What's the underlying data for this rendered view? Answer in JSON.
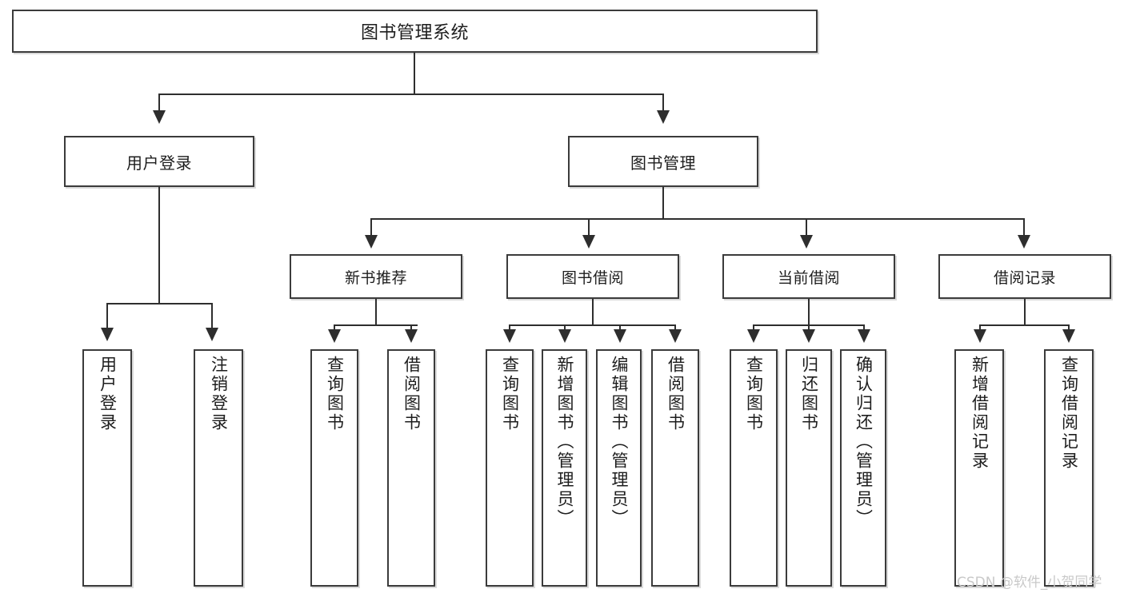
{
  "diagram": {
    "title": "图书管理系统",
    "type": "tree",
    "root": {
      "id": "root",
      "label": "图书管理系统"
    },
    "level1": [
      {
        "id": "user-login",
        "label": "用户登录"
      },
      {
        "id": "book-manage",
        "label": "图书管理"
      }
    ],
    "level2": [
      {
        "id": "new-book-recommend",
        "label": "新书推荐",
        "parent": "book-manage"
      },
      {
        "id": "book-borrow",
        "label": "图书借阅",
        "parent": "book-manage"
      },
      {
        "id": "current-borrow",
        "label": "当前借阅",
        "parent": "book-manage"
      },
      {
        "id": "borrow-record",
        "label": "借阅记录",
        "parent": "book-manage"
      }
    ],
    "leaves": {
      "user_login": [
        {
          "id": "leaf-user-login",
          "label": "用户登录"
        },
        {
          "id": "leaf-logout-login",
          "label": "注销登录"
        }
      ],
      "new_book_recommend": [
        {
          "id": "leaf-query-book-1",
          "label": "查询图书"
        },
        {
          "id": "leaf-borrow-book-1",
          "label": "借阅图书"
        }
      ],
      "book_borrow": [
        {
          "id": "leaf-query-book-2",
          "label": "查询图书"
        },
        {
          "id": "leaf-add-book",
          "label": "新增图书（管理员）"
        },
        {
          "id": "leaf-edit-book",
          "label": "编辑图书（管理员）"
        },
        {
          "id": "leaf-borrow-book-2",
          "label": "借阅图书"
        }
      ],
      "current_borrow": [
        {
          "id": "leaf-query-book-3",
          "label": "查询图书"
        },
        {
          "id": "leaf-return-book",
          "label": "归还图书"
        },
        {
          "id": "leaf-confirm-return",
          "label": "确认归还（管理员）"
        }
      ],
      "borrow_record": [
        {
          "id": "leaf-add-record",
          "label": "新增借阅记录"
        },
        {
          "id": "leaf-query-record",
          "label": "查询借阅记录"
        }
      ]
    }
  },
  "watermark": {
    "text": "CSDN @软件_小贺同学"
  },
  "colors": {
    "border": "#3b3b3b",
    "line": "#2e2e2e",
    "text": "#1d1d1d",
    "background": "#ffffff",
    "watermark": "#c9c9c9"
  }
}
